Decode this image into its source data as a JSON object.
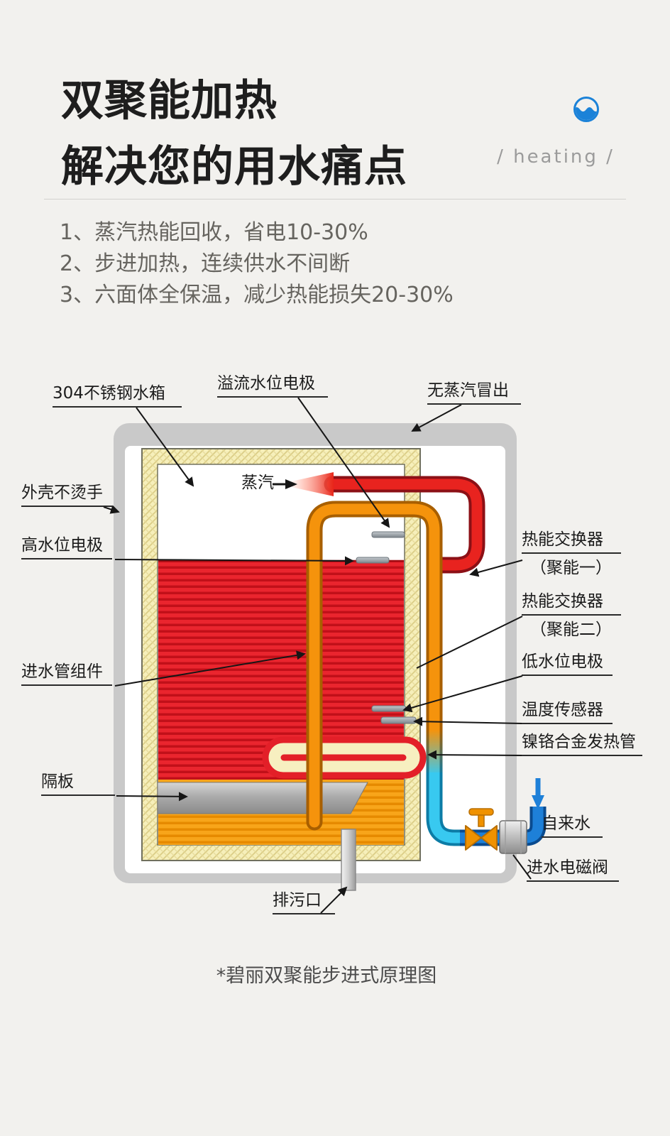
{
  "header": {
    "title_line1": "双聚能加热",
    "title_line2": "解决您的用水痛点",
    "tagline": "/ heating /",
    "brand_icon": "water-wave-icon"
  },
  "features": [
    "1、蒸汽热能回收，省电10-30%",
    "2、步进加热，连续供水不间断",
    "3、六面体全保温，减少热能损失20-30%"
  ],
  "diagram": {
    "labels": {
      "tank": "304不锈钢水箱",
      "overflow_electrode": "溢流水位电极",
      "no_steam": "无蒸汽冒出",
      "shell": "外壳不烫手",
      "high_electrode": "高水位电极",
      "steam": "蒸汽",
      "hx1_line1": "热能交换器",
      "hx1_line2": "（聚能一）",
      "hx2_line1": "热能交换器",
      "hx2_line2": "（聚能二）",
      "low_electrode": "低水位电极",
      "temp_sensor": "温度传感器",
      "heater_tube": "镍铬合金发热管",
      "inlet_pipe": "进水管组件",
      "partition": "隔板",
      "tap_water": "自来水",
      "inlet_valve": "进水电磁阀",
      "drain": "排污口"
    },
    "caption": "*碧丽双聚能步进式原理图",
    "colors": {
      "hot_water": "#ea252e",
      "preheat_zone": "#f8a51a",
      "steam_pipe": "#e8231f",
      "inlet_pipe": "#f5930c",
      "preheated_pipe": "#38c9f0",
      "cold_pipe": "#1e80d8",
      "insulation": "#f6efba",
      "accent_blue": "#1b82d8"
    }
  }
}
